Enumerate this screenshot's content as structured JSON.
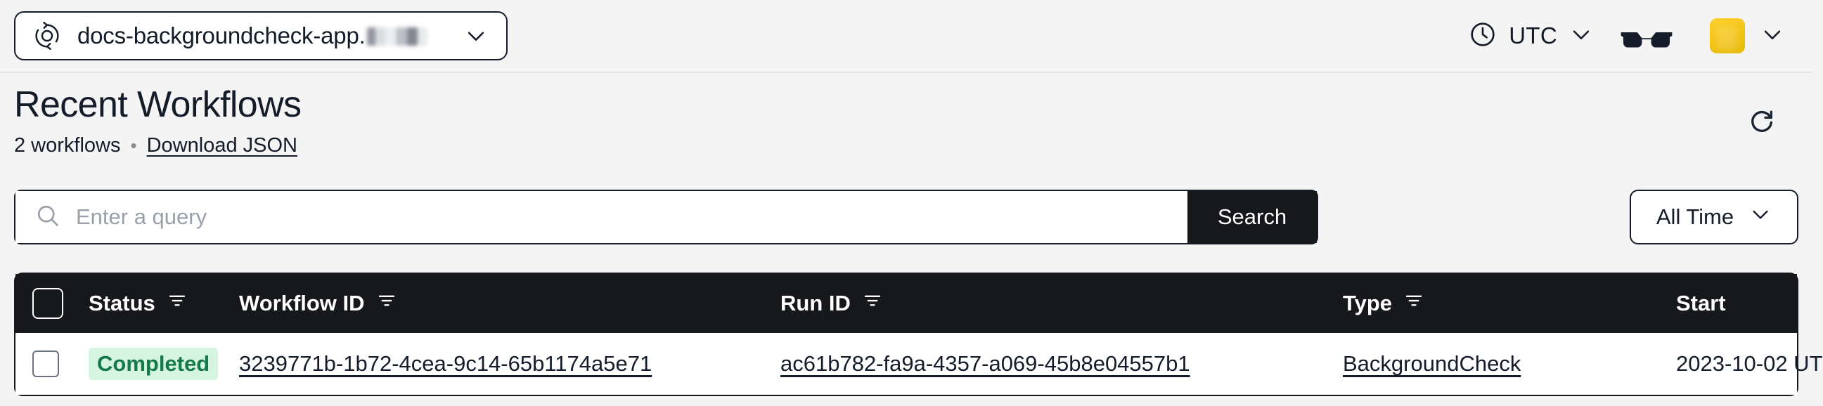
{
  "topbar": {
    "namespace_logo_icon": "temporal-circular-arrows-icon",
    "namespace_label": "docs-backgroundcheck-app.",
    "namespace_redacted": true,
    "namespace_chevron_icon": "chevron-down-icon",
    "timezone_icon": "clock-icon",
    "timezone_label": "UTC",
    "timezone_chevron_icon": "chevron-down-icon",
    "glasses_icon": "glasses-icon",
    "avatar_color": "#f5c518",
    "avatar_chevron_icon": "chevron-down-icon"
  },
  "page": {
    "title": "Recent Workflows",
    "count_label": "2 workflows",
    "separator": "•",
    "download_label": "Download JSON",
    "refresh_icon": "refresh-icon"
  },
  "search": {
    "icon": "search-icon",
    "placeholder": "Enter a query",
    "value": "",
    "button_label": "Search",
    "time_filter_label": "All Time",
    "time_filter_chevron_icon": "chevron-down-icon"
  },
  "table": {
    "columns": [
      {
        "key": "check",
        "label": "",
        "filter": false
      },
      {
        "key": "status",
        "label": "Status",
        "filter": true
      },
      {
        "key": "wfid",
        "label": "Workflow ID",
        "filter": true
      },
      {
        "key": "runid",
        "label": "Run ID",
        "filter": true
      },
      {
        "key": "type",
        "label": "Type",
        "filter": true
      },
      {
        "key": "start",
        "label": "Start",
        "filter": false
      }
    ],
    "filter_icon": "filter-icon",
    "rows": [
      {
        "status": "Completed",
        "status_color": "#16794a",
        "status_bg": "#d6f5e0",
        "workflow_id": "3239771b-1b72-4cea-9c14-65b1174a5e71",
        "run_id": "ac61b782-fa9a-4357-a069-45b8e04557b1",
        "type": "BackgroundCheck",
        "start": "2023-10-02 UT"
      }
    ]
  }
}
